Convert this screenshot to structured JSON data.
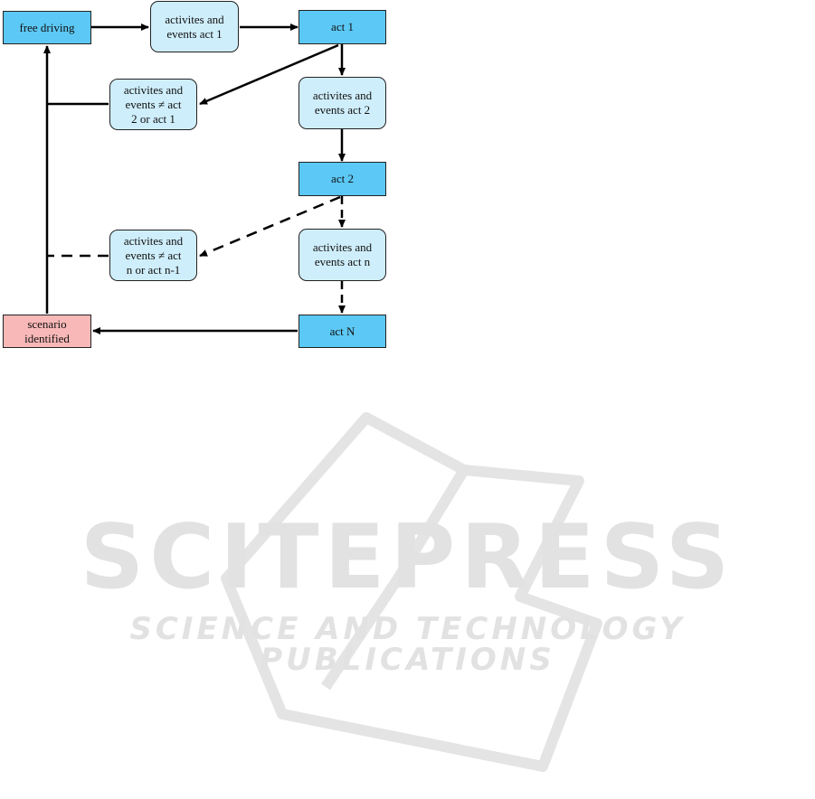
{
  "watermark": {
    "main": "SCITEPRESS",
    "sub": "SCIENCE AND TECHNOLOGY PUBLICATIONS"
  },
  "nodes": {
    "free_driving": "free driving",
    "activities_act1": "activites and\nevents act 1",
    "act1": "act 1",
    "activities_not_act2_or_act1": "activites and\nevents ≠ act\n2 or act 1",
    "activities_act2": "activites and\nevents act 2",
    "act2": "act 2",
    "activities_not_actn_or_actn1": "activites and\nevents ≠ act\nn or act n-1",
    "activities_actn": "activites and\nevents act n",
    "scenario_identified": "scenario\nidentified",
    "actN": "act N"
  },
  "colors": {
    "act_fill": "#5cc8f5",
    "activity_fill": "#cfeefb",
    "end_fill": "#f9b8b8",
    "watermark": "#e2e2e2"
  }
}
